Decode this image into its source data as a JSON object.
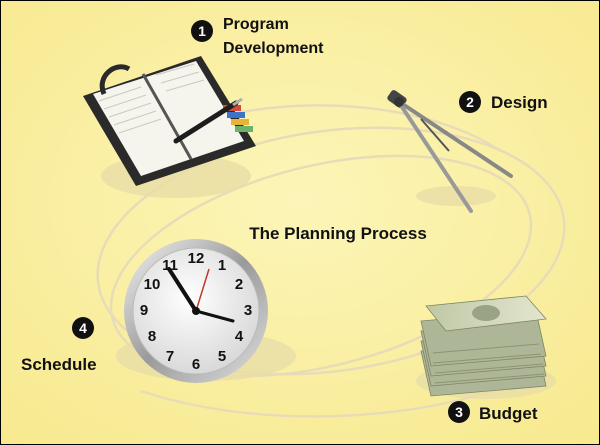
{
  "diagram": {
    "title": "The Planning Process",
    "steps": [
      {
        "number": "1",
        "label_line1": "Program",
        "label_line2": "Development",
        "icon": "planner-icon"
      },
      {
        "number": "2",
        "label_line1": "Design",
        "icon": "compass-icon"
      },
      {
        "number": "3",
        "label_line1": "Budget",
        "icon": "money-stack-icon"
      },
      {
        "number": "4",
        "label_line1": "Schedule",
        "icon": "clock-icon"
      }
    ],
    "colors": {
      "background": "#FAF0A0",
      "loop_line": "#E6D9B8",
      "number_badge": "#111111",
      "text": "#111111"
    }
  }
}
